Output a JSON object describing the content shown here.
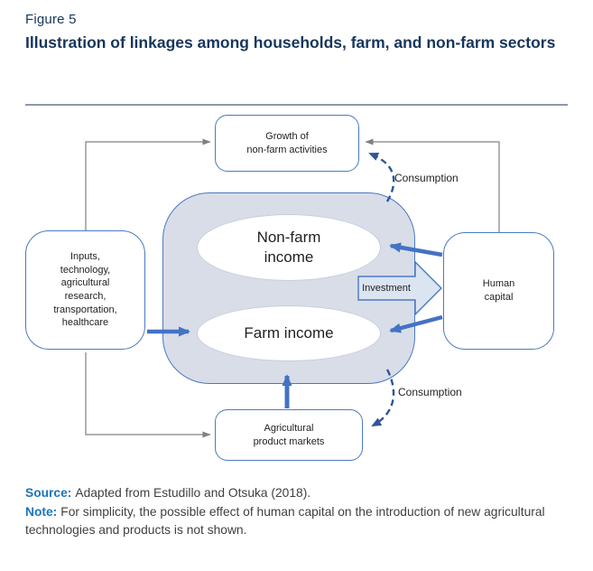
{
  "header": {
    "figure_label": "Figure 5",
    "title": "Illustration of linkages among households, farm, and non-farm sectors"
  },
  "diagram": {
    "boxes": {
      "growth": "Growth of\nnon-farm activities",
      "inputs": "Inputs,\ntechnology,\nagricultural\nresearch,\ntransportation,\nhealthcare",
      "human_capital": "Human\ncapital",
      "ag_markets": "Agricultural\nproduct markets"
    },
    "ellipses": {
      "nonfarm_income": "Non-farm\nincome",
      "farm_income": "Farm income"
    },
    "labels": {
      "investment": "Investment",
      "consumption_top": "Consumption",
      "consumption_bottom": "Consumption"
    },
    "colors": {
      "title_navy": "#17365D",
      "box_border_blue": "#4C79C1",
      "hub_fill": "#D8DDE8",
      "solid_arrow_blue": "#4472C4",
      "dashed_arrow_navy": "#2F5597",
      "gray_connector": "#808080",
      "investment_fill": "#DBE4F1",
      "footer_label_blue": "#1B75BB"
    }
  },
  "footer": {
    "source_label": "Source:",
    "source_text": "Adapted from Estudillo and Otsuka (2018).",
    "note_label": "Note:",
    "note_text": "For simplicity, the possible effect of human capital on the introduction of new agricultural technologies and products is not shown."
  }
}
